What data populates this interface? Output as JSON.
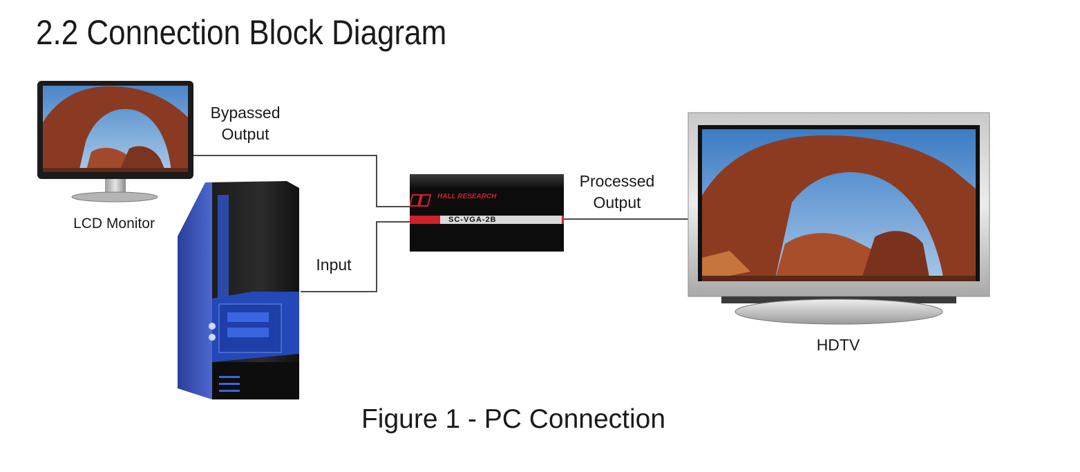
{
  "heading": "2.2 Connection Block Diagram",
  "labels": {
    "bypassed_output": "Bypassed\nOutput",
    "processed_output": "Processed\nOutput",
    "input": "Input",
    "lcd_monitor": "LCD Monitor",
    "hdtv": "HDTV"
  },
  "device": {
    "brand": "HALL RESEARCH",
    "model": "SC-VGA-2B"
  },
  "caption": "Figure 1 - PC Connection",
  "colors": {
    "brand_red": "#d0202a",
    "line": "#4a4a4a",
    "device_body": "#0c0c0c"
  },
  "icons": [
    "lcd-monitor-icon",
    "pc-tower-icon",
    "scaler-device-icon",
    "hdtv-icon"
  ]
}
